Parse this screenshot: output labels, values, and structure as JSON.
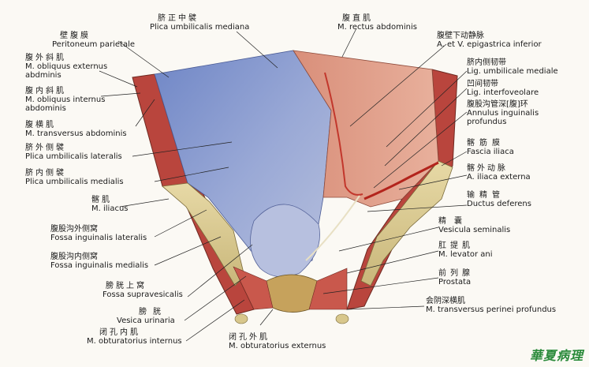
{
  "labels": {
    "plica_mediana": {
      "zh": "脐正中襞",
      "en": "Plica umbilicalis mediana"
    },
    "peritoneum": {
      "zh": "壁腹膜",
      "en": "Peritoneum parietale"
    },
    "obliquus_ext": {
      "zh": "腹外斜肌",
      "en": "M. obliquus externus",
      "en2": "abdminis"
    },
    "obliquus_int": {
      "zh": "腹内斜肌",
      "en": "M. obliquus internus",
      "en2": "abdominis"
    },
    "transversus": {
      "zh": "腹横肌",
      "en": "M. transversus abdominis"
    },
    "plica_lateralis": {
      "zh": "脐外侧襞",
      "en": "Plica umbilicalis lateralis"
    },
    "plica_medialis": {
      "zh": "脐内侧襞",
      "en": "Plica umbilicalis medialis"
    },
    "iliacus": {
      "zh": "髂肌",
      "en": "M. iliacus"
    },
    "fossa_lat": {
      "zh": "腹股沟外侧窝",
      "en": "Fossa inguinalis lateralis"
    },
    "fossa_med": {
      "zh": "腹股沟内侧窝",
      "en": "Fossa inguinalis medialis"
    },
    "supravesicalis": {
      "zh": "膀胱上窝",
      "en": "Fossa supravesicalis"
    },
    "vesica": {
      "zh": "膀胱",
      "en": "Vesica urinaria"
    },
    "obt_int": {
      "zh": "闭孔内肌",
      "en": "M. obturatorius internus"
    },
    "obt_ext": {
      "zh": "闭孔外肌",
      "en": "M. obturatorius externus"
    },
    "rectus": {
      "zh": "腹直肌",
      "en": "M. rectus abdominis"
    },
    "epigastrica": {
      "zh": "腹壁下动静脉",
      "en": "A. et V. epigastrica inferior"
    },
    "lig_mediale": {
      "zh": "脐内侧韧带",
      "en": "Lig. umbilicale mediale"
    },
    "interfoveolare": {
      "zh": "凹间韧带",
      "en": "Lig. interfoveolare"
    },
    "annulus": {
      "zh": "腹股沟管深[腹]环",
      "en": "Annulus inguinalis",
      "en2": "profundus"
    },
    "fascia_iliaca": {
      "zh": "髂筋膜",
      "en": "Fascia iliaca"
    },
    "iliaca_ext": {
      "zh": "髂外动脉",
      "en": "A. iliaca externa"
    },
    "deferens": {
      "zh": "输精管",
      "en": "Ductus deferens"
    },
    "seminalis": {
      "zh": "精囊",
      "en": "Vesicula seminalis"
    },
    "levator": {
      "zh": "肛提肌",
      "en": "M. levator ani"
    },
    "prostata": {
      "zh": "前列腺",
      "en": "Prostata"
    },
    "perinei": {
      "zh": "会阴深横肌",
      "en": "M. transversus perinei profundus"
    }
  },
  "watermark": "華夏病理"
}
